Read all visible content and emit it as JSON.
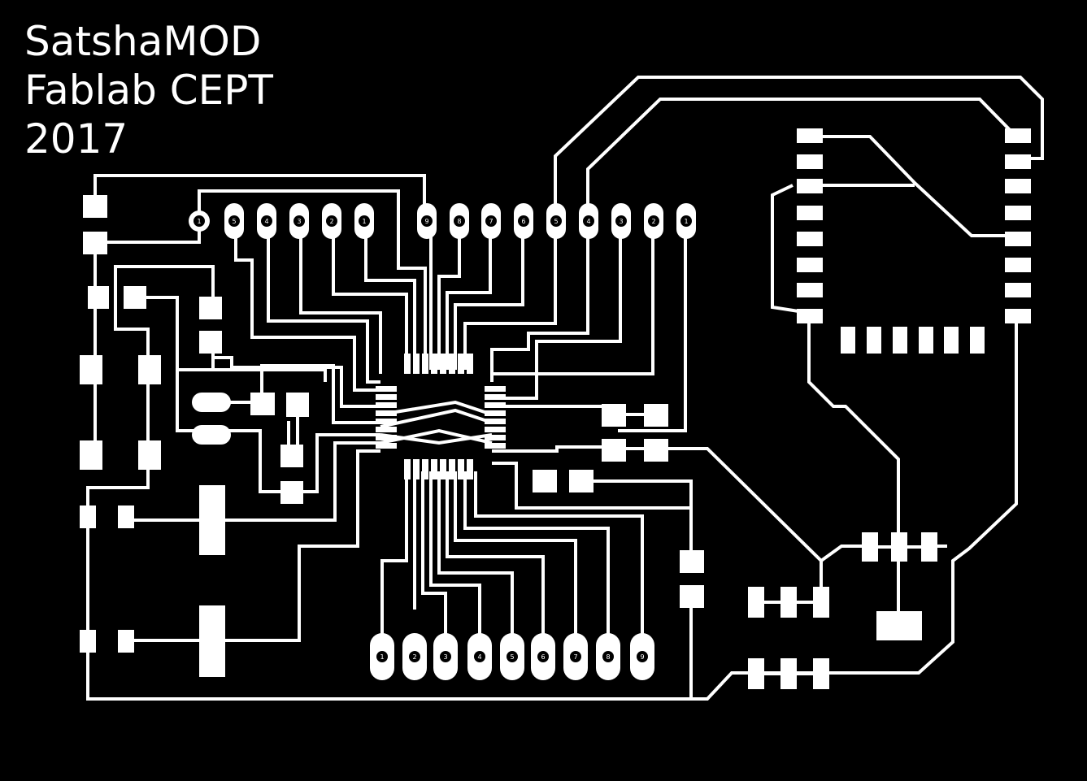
{
  "title_lines": [
    "SatshaMOD",
    "Fablab CEPT",
    "2017"
  ],
  "colors": {
    "background": "#000000",
    "copper": "#ffffff"
  },
  "top_header_left_labels": [
    "1",
    "5",
    "4",
    "3",
    "2",
    "1"
  ],
  "top_header_right_labels": [
    "9",
    "8",
    "7",
    "6",
    "5",
    "4",
    "3",
    "2",
    "1"
  ],
  "bottom_header_labels": [
    "1",
    "2",
    "3",
    "4",
    "5",
    "6",
    "7",
    "8",
    "9"
  ]
}
